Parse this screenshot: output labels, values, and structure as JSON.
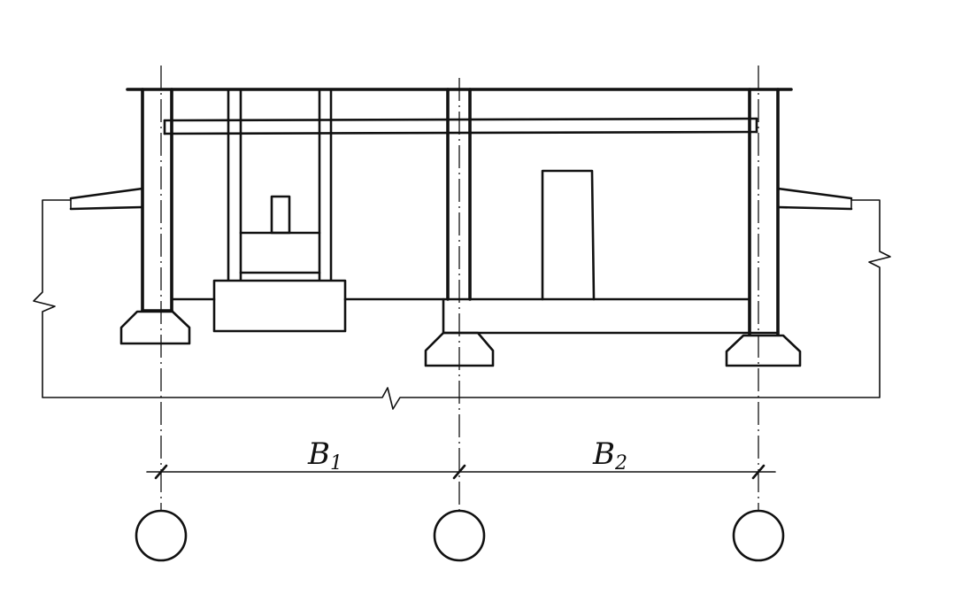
{
  "dimensions": {
    "span_1": {
      "letter": "B",
      "subscript": "1"
    },
    "span_2": {
      "letter": "B",
      "subscript": "2"
    }
  },
  "axis_markers": [
    {
      "label": ""
    },
    {
      "label": ""
    },
    {
      "label": ""
    }
  ],
  "colors": {
    "ink": "#111111",
    "paper": "#ffffff"
  }
}
